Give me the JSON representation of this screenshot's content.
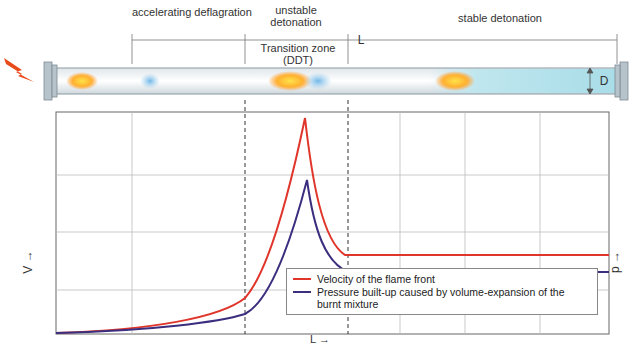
{
  "diagram": {
    "labels": [
      "accelerating deflagration",
      "unstable detonation",
      "L",
      "Transition zone (DDT)",
      "stable detonation",
      "D",
      "V →",
      "p →",
      "L →"
    ],
    "legend": [
      {
        "text": "Velocity of the flame front"
      },
      {
        "text": "Pressure built-up caused by volume-expansion of the burnt mixture"
      }
    ]
  }
}
